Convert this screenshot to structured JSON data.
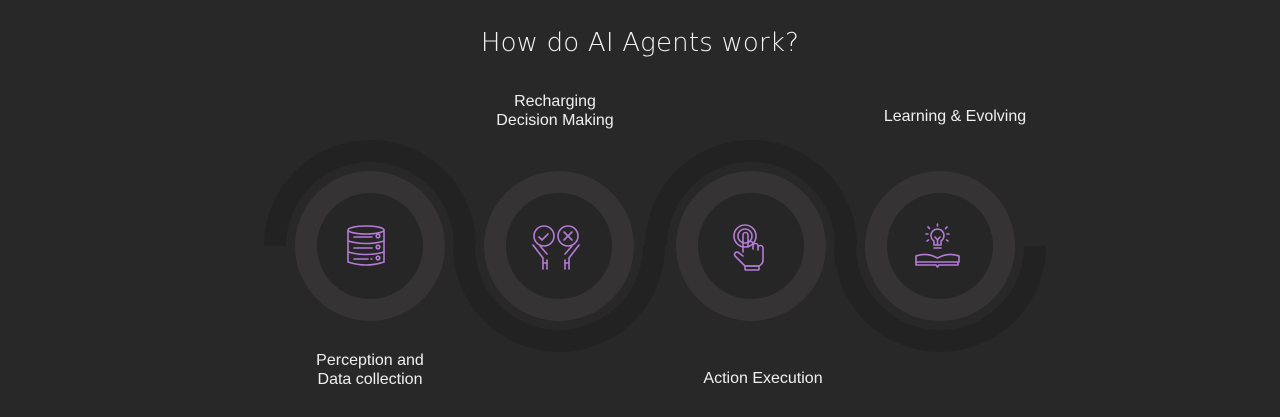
{
  "title": "How do AI Agents work?",
  "colors": {
    "background": "#282828",
    "ring": "#353334",
    "inner": "#262626",
    "arc": "#252424",
    "icon": "#b57bd6",
    "text": "#efefef"
  },
  "steps": [
    {
      "id": "perception",
      "label_line1": "Perception and",
      "label_line2": "Data collection",
      "icon": "database-icon",
      "label_position": "bottom",
      "arc": "top"
    },
    {
      "id": "decision",
      "label_line1": "Recharging",
      "label_line2": "Decision Making",
      "icon": "hands-check-cross-icon",
      "label_position": "top",
      "arc": "bottom"
    },
    {
      "id": "action",
      "label_line1": "Action Execution",
      "label_line2": "",
      "icon": "hand-tap-icon",
      "label_position": "bottom",
      "arc": "top"
    },
    {
      "id": "learning",
      "label_line1": "Learning & Evolving",
      "label_line2": "",
      "icon": "lightbulb-book-icon",
      "label_position": "top",
      "arc": "bottom"
    }
  ]
}
